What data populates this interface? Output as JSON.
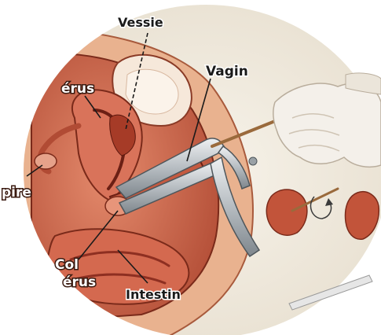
{
  "diagram": {
    "labels": {
      "vessie": "Vessie",
      "vagin": "Vagin",
      "uterus": "érus",
      "trompe": "pire",
      "col_line1": "Col",
      "col_line2": "érus",
      "intestin": "Intestin"
    },
    "colors": {
      "background_disc": "#f3efe6",
      "tissue": "#c9634a",
      "tissue_dark": "#8e2f21",
      "tissue_light": "#e9a48c",
      "skin": "#f0c7a8",
      "bladder": "#f6e8da",
      "speculum": "#cfd3d6",
      "speculum_dark": "#6c7378",
      "glove": "#f4f0ea"
    },
    "icons": [
      "speculum-icon",
      "gloved-hand-icon",
      "cervix-detail-icon"
    ]
  }
}
